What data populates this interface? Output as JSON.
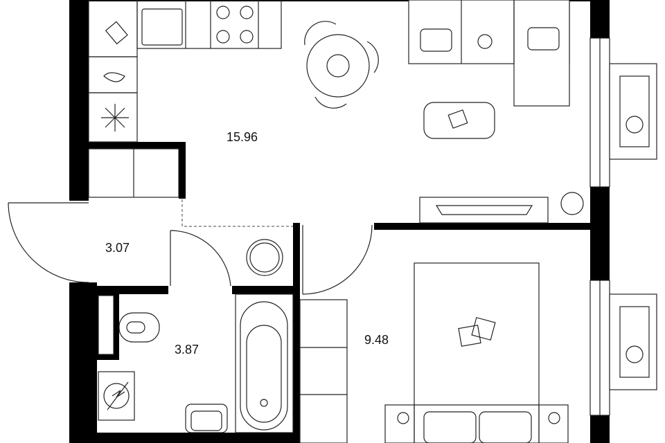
{
  "plan": {
    "rooms": [
      {
        "name": "kitchen-living",
        "area": "15.96"
      },
      {
        "name": "hallway",
        "area": "3.07"
      },
      {
        "name": "bathroom",
        "area": "3.87"
      },
      {
        "name": "bedroom",
        "area": "9.48"
      }
    ],
    "colors": {
      "wall": "#000000",
      "line": "#222222",
      "background": "#ffffff"
    }
  }
}
